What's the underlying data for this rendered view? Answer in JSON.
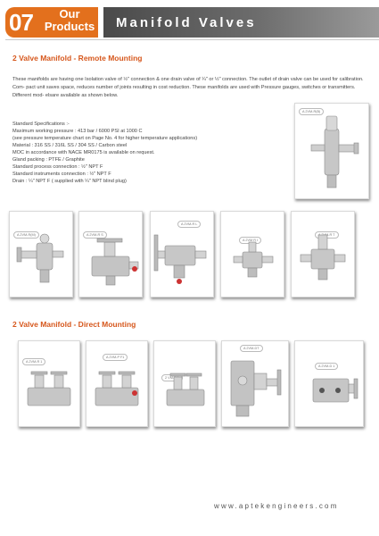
{
  "header": {
    "number": "07",
    "subtitle": "Our Products",
    "title": "Manifold Valves",
    "colors": {
      "orange": "#e3701d",
      "gray": "#5c5c5c"
    }
  },
  "section1": {
    "title": "2 Valve Manifold - Remote Mounting",
    "intro": "These manifolds are having one Isolation valve of ½\" connection & one drain valve of ¼\" or ½\" connection. The outlet of drain valve can be used for calibration. Com- pact unit saves space, reduces number of joints resulting in cost reduction. These manifolds are used with Pressure gauges, switches or transmitters. Different mod- elsare available as shown below.",
    "specs": [
      "Standard Specifications :-",
      "Maximum working pressure : 413 bar / 6000 PSI at 1000 C",
      "(see pressure temperature chart on Page No. 4 for higher temperature applications)",
      "Material : 316 SS / 316L SS / 304 SS / Carbon steel",
      "MOC in accordance with NACE MR0175 is available on request.",
      "Gland packing : PTFE / Graphite",
      "Standard process connection : ½\" NPT F",
      "Standard instruments connection : ½\" NPT F",
      "Drain : ¼\" NPT F ( supplied with ¼\" NPT blind plug)"
    ],
    "products": [
      {
        "tag": "A 2VM-R(B)",
        "icon": "manifold-valve-vertical-icon"
      },
      {
        "tag": "A 2VM-R(M)",
        "icon": "manifold-valve-angled-icon"
      },
      {
        "tag": "A 2VM-R S",
        "icon": "manifold-valve-block-icon"
      },
      {
        "tag": "A 2VM-R L",
        "icon": "manifold-valve-long-icon"
      },
      {
        "tag": "A 2VM R I",
        "icon": "manifold-valve-compact-icon"
      },
      {
        "tag": "A 2VM-R T",
        "icon": "manifold-valve-tee-icon"
      }
    ]
  },
  "section2": {
    "title": "2 Valve Manifold - Direct Mounting",
    "products": [
      {
        "tag": "A 2VM-R 1",
        "icon": "manifold-block-icon"
      },
      {
        "tag": "A 2VM-P F1",
        "icon": "manifold-block-icon"
      },
      {
        "tag": "2 VM-P 1",
        "icon": "manifold-block-icon"
      },
      {
        "tag": "A 2VM-DT",
        "icon": "manifold-flanged-icon"
      },
      {
        "tag": "A 2VM-D 1",
        "icon": "manifold-block-icon"
      }
    ]
  },
  "footer": {
    "website": "www.aptekengineers.com"
  }
}
